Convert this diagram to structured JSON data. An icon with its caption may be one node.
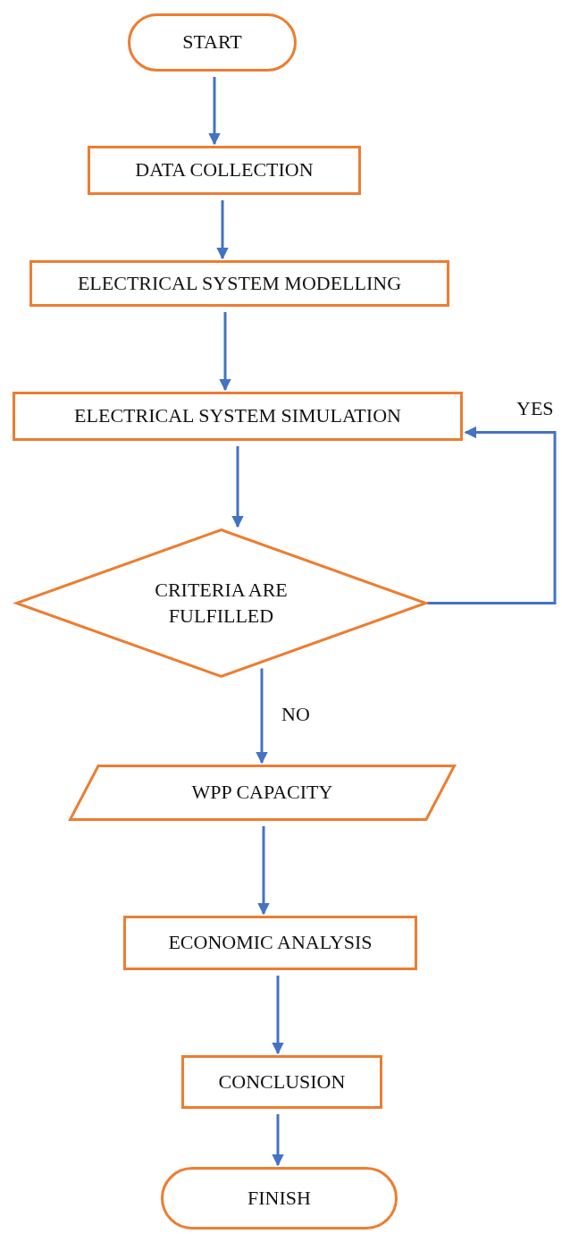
{
  "diagram": {
    "nodes": [
      {
        "text": [
          "START"
        ]
      },
      {
        "text": [
          "DATA COLLECTION"
        ]
      },
      {
        "text": [
          "ELECTRICAL SYSTEM MODELLING"
        ]
      },
      {
        "text": [
          "ELECTRICAL SYSTEM SIMULATION"
        ]
      },
      {
        "text": [
          "CRITERIA ARE FULFILLED"
        ]
      },
      {
        "text": [
          "WPP CAPACITY"
        ]
      },
      {
        "text": [
          "ECONOMIC ANALYSIS"
        ]
      },
      {
        "text": [
          "CONCLUSION"
        ]
      },
      {
        "text": [
          "FINISH"
        ]
      }
    ],
    "edges": [
      {
        "from": 0,
        "to": 1,
        "arrow": "to"
      },
      {
        "from": 1,
        "to": 2,
        "arrow": "to"
      },
      {
        "from": 2,
        "to": 3,
        "arrow": "to"
      },
      {
        "from": 3,
        "to": 4,
        "arrow": "to"
      },
      {
        "from": 4,
        "to": 3,
        "arrow": "to",
        "label": "YES"
      },
      {
        "from": 4,
        "to": 5,
        "arrow": "to",
        "label": "NO"
      },
      {
        "from": 5,
        "to": 6,
        "arrow": "to"
      },
      {
        "from": 6,
        "to": 7,
        "arrow": "to"
      },
      {
        "from": 7,
        "to": 8,
        "arrow": "to"
      }
    ]
  }
}
